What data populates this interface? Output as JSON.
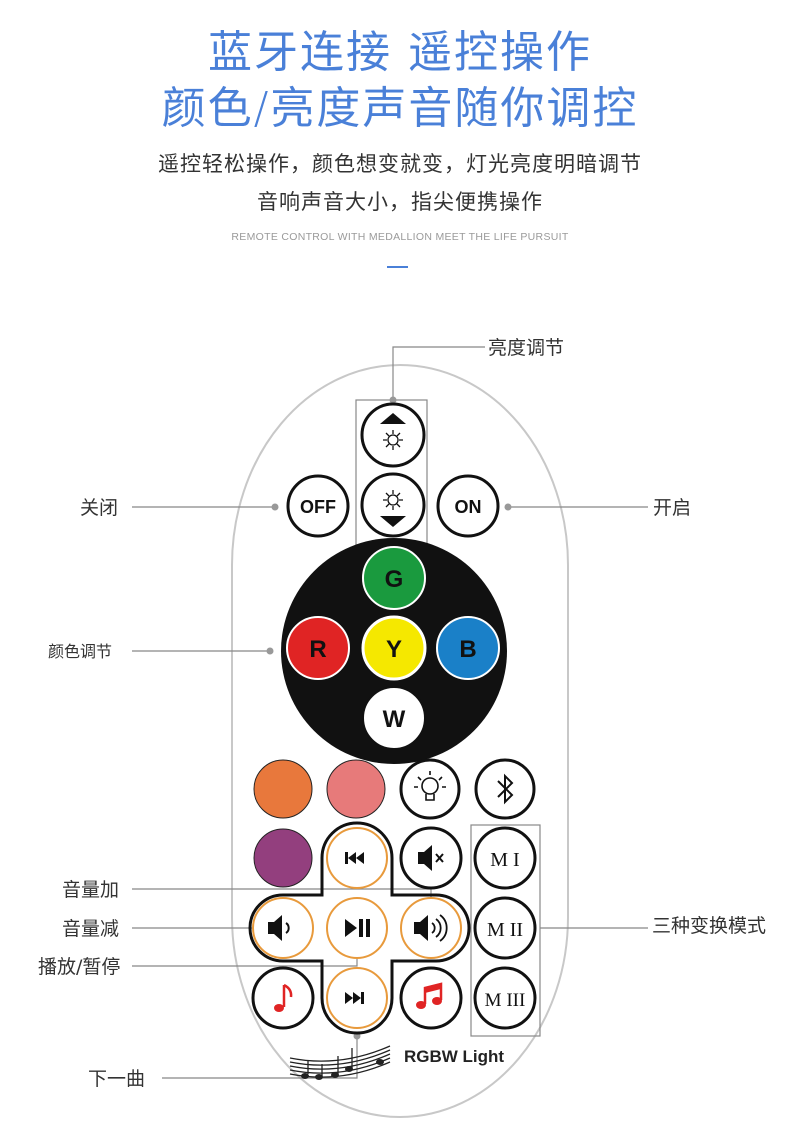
{
  "header": {
    "title_line1": "蓝牙连接 遥控操作",
    "title_line2": "颜色/亮度声音随你调控",
    "subtitle_line1": "遥控轻松操作，颜色想变就变，灯光亮度明暗调节",
    "subtitle_line2": "音响声音大小，指尖便携操作",
    "english_tagline": "REMOTE CONTROL WITH MEDALLION MEET THE LIFE PURSUIT"
  },
  "callouts": {
    "brightness": "亮度调节",
    "off": "关闭",
    "on": "开启",
    "color": "颜色调节",
    "volume_up": "音量加",
    "volume_down": "音量减",
    "play_pause": "播放/暂停",
    "modes": "三种变换模式",
    "next": "下一曲"
  },
  "remote": {
    "off_label": "OFF",
    "on_label": "ON",
    "color_buttons": {
      "G": "G",
      "R": "R",
      "Y": "Y",
      "B": "B",
      "W": "W"
    },
    "mode_buttons": [
      "M I",
      "M II",
      "M III"
    ],
    "brand": "RGBW Light"
  },
  "colors": {
    "title_blue": "#4a80d8",
    "green": "#1a9a3e",
    "red": "#e02424",
    "yellow": "#f5e800",
    "blue": "#1a80c8",
    "orange": "#e8783c",
    "pink": "#e77a7a",
    "purple": "#933f7e",
    "ring_orange": "#e89a3c"
  }
}
